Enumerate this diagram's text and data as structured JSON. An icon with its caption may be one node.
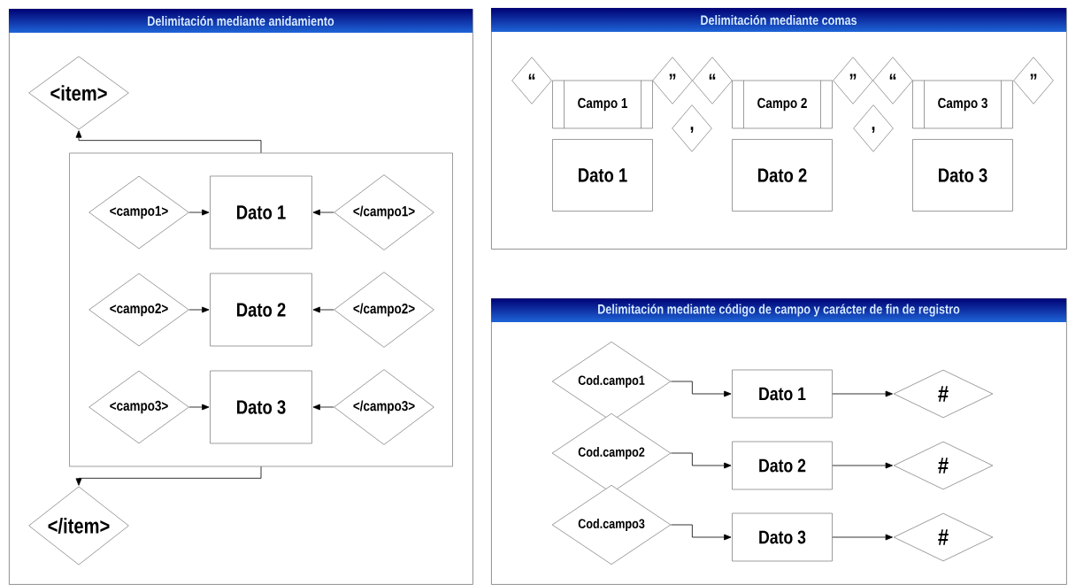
{
  "diagram": {
    "nodes": [
      {
        "text": [
          "Delimitación mediante anidamiento"
        ]
      },
      {
        "text": [
          "<item>"
        ],
        "in": 0
      },
      {
        "text": [],
        "shape": "box",
        "in": 0
      },
      {
        "text": [
          "<campo1>"
        ],
        "in": 2
      },
      {
        "text": [
          "Dato 1"
        ],
        "in": 2
      },
      {
        "text": [
          "</campo1>"
        ],
        "in": 2
      },
      {
        "text": [
          "<campo2>"
        ],
        "in": 2
      },
      {
        "text": [
          "Dato 2"
        ],
        "in": 2
      },
      {
        "text": [
          "</campo2>"
        ],
        "in": 2
      },
      {
        "text": [
          "<campo3>"
        ],
        "in": 2
      },
      {
        "text": [
          "Dato 3"
        ],
        "in": 2
      },
      {
        "text": [
          "</campo3>"
        ],
        "in": 2
      },
      {
        "text": [
          "</item>"
        ],
        "in": 0
      },
      {
        "text": [
          "Delimitación mediante comas"
        ]
      },
      {
        "text": [
          "“"
        ],
        "in": 13
      },
      {
        "text": [
          "Campo 1"
        ],
        "in": 13
      },
      {
        "text": [
          "”"
        ],
        "in": 13
      },
      {
        "text": [
          "“"
        ],
        "in": 13
      },
      {
        "text": [
          "Campo 2"
        ],
        "in": 13
      },
      {
        "text": [
          "”"
        ],
        "in": 13
      },
      {
        "text": [
          "“"
        ],
        "in": 13
      },
      {
        "text": [
          "Campo 3"
        ],
        "in": 13
      },
      {
        "text": [
          "”"
        ],
        "in": 13
      },
      {
        "text": [
          ","
        ],
        "in": 13
      },
      {
        "text": [
          ","
        ],
        "in": 13
      },
      {
        "text": [
          "Dato 1"
        ],
        "in": 13
      },
      {
        "text": [
          "Dato 2"
        ],
        "in": 13
      },
      {
        "text": [
          "Dato 3"
        ],
        "in": 13
      },
      {
        "text": [
          "Delimitación mediante código de campo y carácter de fin de registro"
        ]
      },
      {
        "text": [
          "Cod.campo1"
        ],
        "in": 28
      },
      {
        "text": [
          "Dato 1"
        ],
        "in": 28
      },
      {
        "text": [
          "#"
        ],
        "in": 28
      },
      {
        "text": [
          "Cod.campo2"
        ],
        "in": 28
      },
      {
        "text": [
          "Dato 2"
        ],
        "in": 28
      },
      {
        "text": [
          "#"
        ],
        "in": 28
      },
      {
        "text": [
          "Cod.campo3"
        ],
        "in": 28
      },
      {
        "text": [
          "Dato 3"
        ],
        "in": 28
      },
      {
        "text": [
          "#"
        ],
        "in": 28
      }
    ],
    "edges": [
      {
        "from": 2,
        "to": 1,
        "arrow": "to"
      },
      {
        "from": 3,
        "to": 4,
        "arrow": "to"
      },
      {
        "from": 5,
        "to": 4,
        "arrow": "to"
      },
      {
        "from": 6,
        "to": 7,
        "arrow": "to"
      },
      {
        "from": 8,
        "to": 7,
        "arrow": "to"
      },
      {
        "from": 9,
        "to": 10,
        "arrow": "to"
      },
      {
        "from": 11,
        "to": 10,
        "arrow": "to"
      },
      {
        "from": 2,
        "to": 12,
        "arrow": "to"
      },
      {
        "from": 29,
        "to": 30,
        "arrow": "to"
      },
      {
        "from": 30,
        "to": 31,
        "arrow": "to"
      },
      {
        "from": 32,
        "to": 33,
        "arrow": "to"
      },
      {
        "from": 33,
        "to": 34,
        "arrow": "to"
      },
      {
        "from": 35,
        "to": 36,
        "arrow": "to"
      },
      {
        "from": 36,
        "to": 37,
        "arrow": "to"
      }
    ]
  }
}
